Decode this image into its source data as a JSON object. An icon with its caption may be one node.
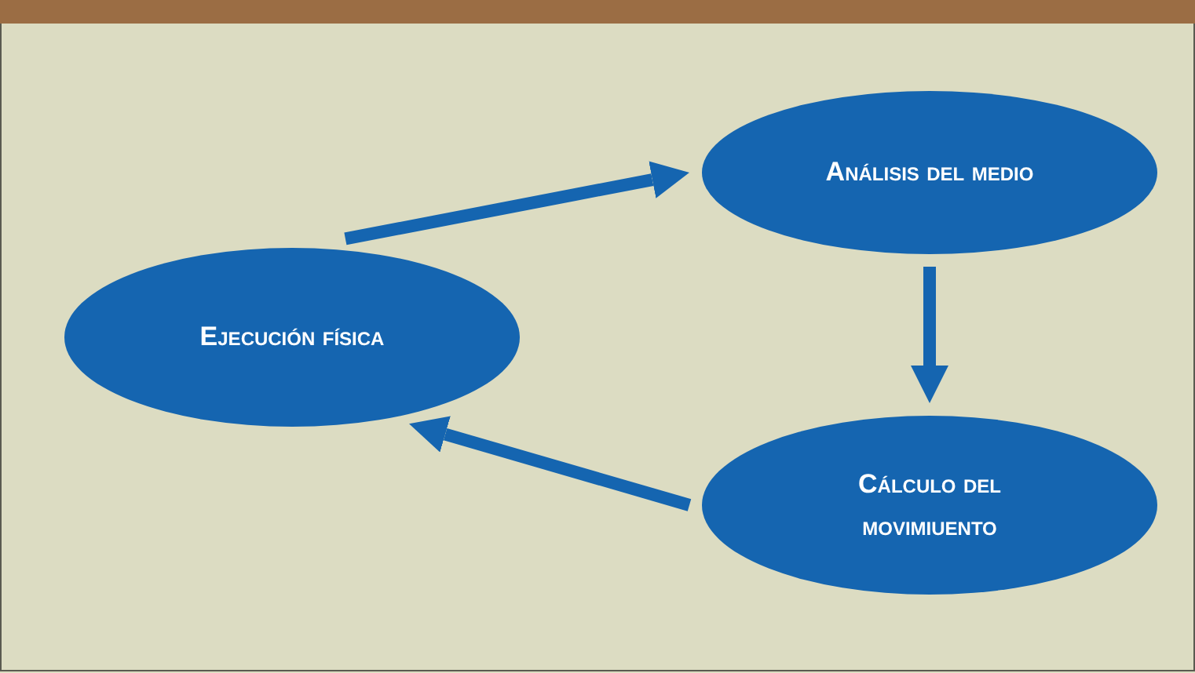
{
  "diagram": {
    "nodes": [
      {
        "text": [
          "Ejecución física"
        ]
      },
      {
        "text": [
          "Análisis del medio"
        ]
      },
      {
        "text": [
          "Cálculo del movimiuento"
        ]
      }
    ],
    "edges": [
      {
        "from": 0,
        "to": 1,
        "arrow": "to"
      },
      {
        "from": 1,
        "to": 2,
        "arrow": "to"
      },
      {
        "from": 2,
        "to": 0,
        "arrow": "to"
      }
    ]
  }
}
